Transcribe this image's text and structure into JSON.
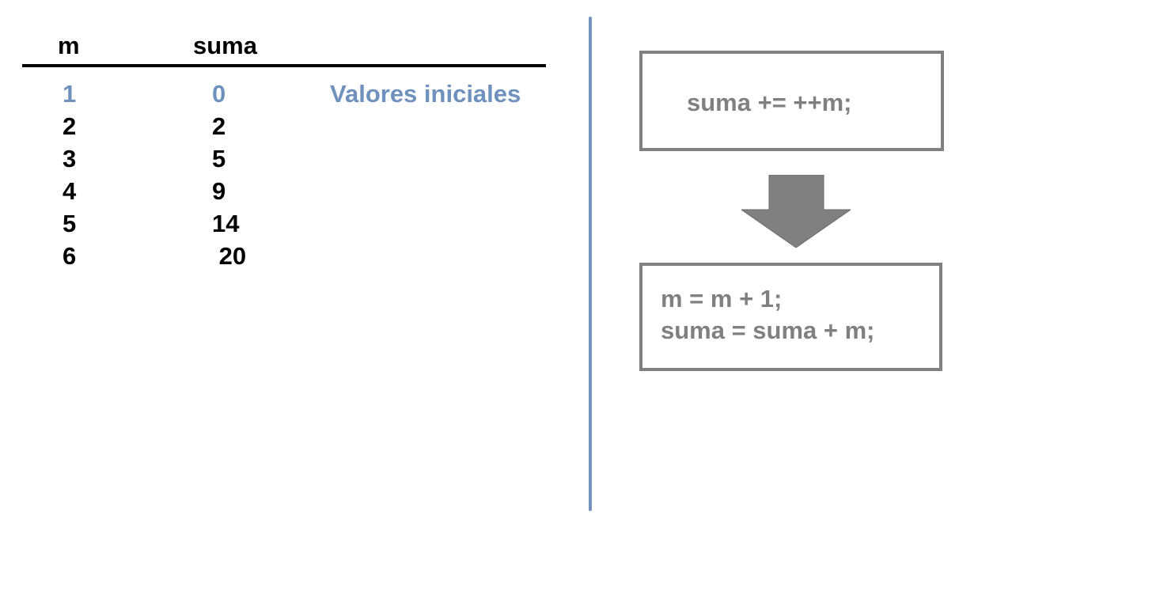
{
  "table": {
    "headers": {
      "m": "m",
      "suma": "suma"
    },
    "initial_row": {
      "m": "1",
      "suma": "0",
      "note": "Valores iniciales"
    },
    "rows": [
      {
        "m": "2",
        "suma": "2"
      },
      {
        "m": "3",
        "suma": "5"
      },
      {
        "m": "4",
        "suma": "9"
      },
      {
        "m": "5",
        "suma": "14"
      },
      {
        "m": "6",
        "suma": " 20"
      }
    ]
  },
  "code": {
    "compact": "suma += ++m;",
    "expanded_line1": "m = m + 1;",
    "expanded_line2": "suma = suma + m;"
  },
  "colors": {
    "initial_row": "#6f91be",
    "divider": "#7593bf",
    "code_gray": "#808080",
    "arrow": "#808080"
  }
}
